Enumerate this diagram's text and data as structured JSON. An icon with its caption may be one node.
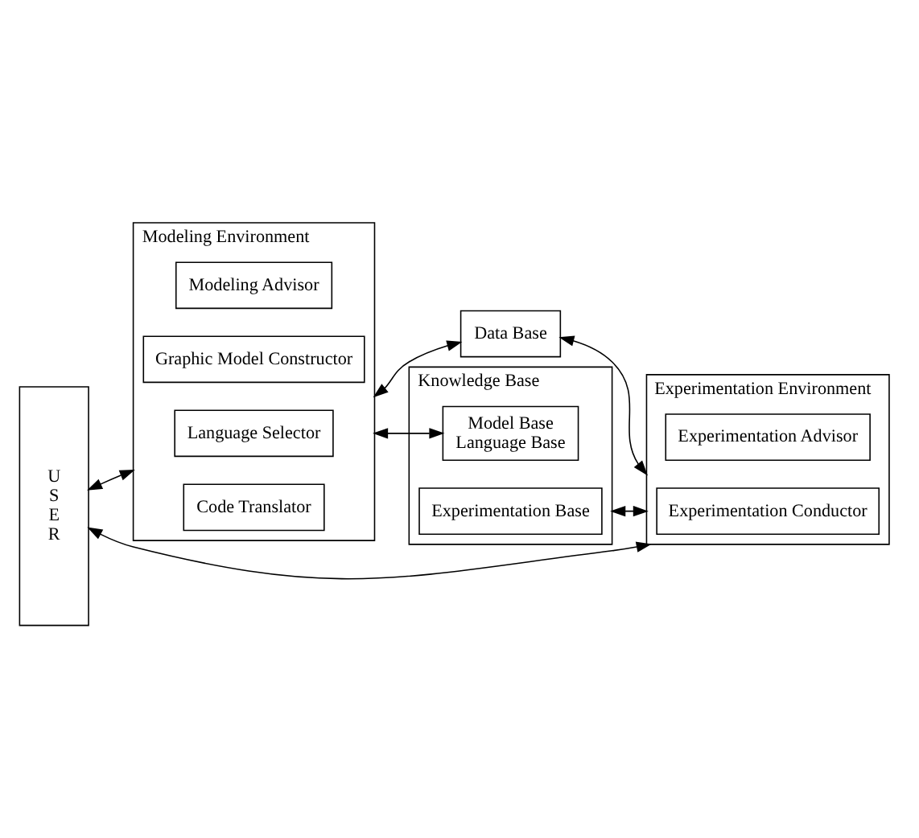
{
  "diagram": {
    "nodes": [
      {
        "text": [
          "U S E R"
        ]
      },
      {
        "text": [
          "Modeling Environment"
        ]
      },
      {
        "text": [
          "Modeling Advisor"
        ],
        "in": 1
      },
      {
        "text": [
          "Graphic Model Constructor"
        ],
        "in": 1
      },
      {
        "text": [
          "Language Selector"
        ],
        "in": 1
      },
      {
        "text": [
          "Code Translator"
        ],
        "in": 1
      },
      {
        "text": [
          "Data Base"
        ]
      },
      {
        "text": [
          "Knowledge Base"
        ]
      },
      {
        "text": [
          "Model Base",
          "Language Base"
        ],
        "in": 7
      },
      {
        "text": [
          "Experimentation Base"
        ],
        "in": 7
      },
      {
        "text": [
          "Experimentation Environment"
        ]
      },
      {
        "text": [
          "Experimentation Advisor"
        ],
        "in": 10
      },
      {
        "text": [
          "Experimentation Conductor"
        ],
        "in": 10
      }
    ],
    "edges": [
      {
        "from": 0,
        "to": 1,
        "arrow": "both"
      },
      {
        "from": 1,
        "to": 8,
        "arrow": "both"
      },
      {
        "from": 1,
        "to": 6,
        "arrow": "both"
      },
      {
        "from": 6,
        "to": 10,
        "arrow": "both"
      },
      {
        "from": 7,
        "to": 10,
        "arrow": "both"
      },
      {
        "from": 0,
        "to": 10,
        "arrow": "both"
      }
    ]
  }
}
